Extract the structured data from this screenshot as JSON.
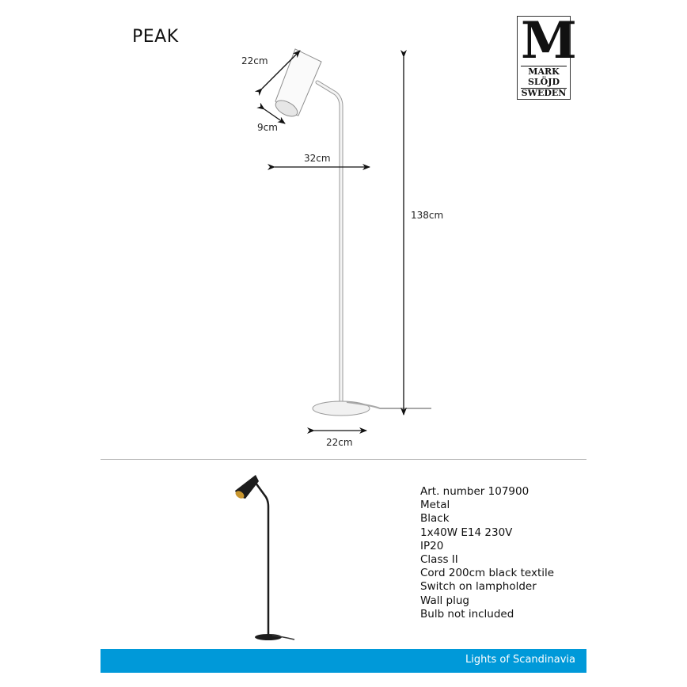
{
  "product": {
    "name": "PEAK"
  },
  "logo": {
    "letter": "M",
    "line1": "MARK",
    "line2": "SLÖJD",
    "line3": "SWEDEN"
  },
  "dimensions": {
    "shade_length": "22cm",
    "shade_diameter": "9cm",
    "reach": "32cm",
    "height": "138cm",
    "base_diameter": "22cm"
  },
  "specs": [
    "Art. number 107900",
    "Metal",
    "Black",
    "1x40W E14 230V",
    "IP20",
    "Class II",
    "Cord 200cm black textile",
    "Switch on lampholder",
    "Wall plug",
    "Bulb not included"
  ],
  "footer": {
    "tagline": "Lights of Scandinavia",
    "color": "#0099d9"
  },
  "colors": {
    "lamp_black": "#1c1c1c",
    "shade_inner_gold": "#c8962e"
  }
}
